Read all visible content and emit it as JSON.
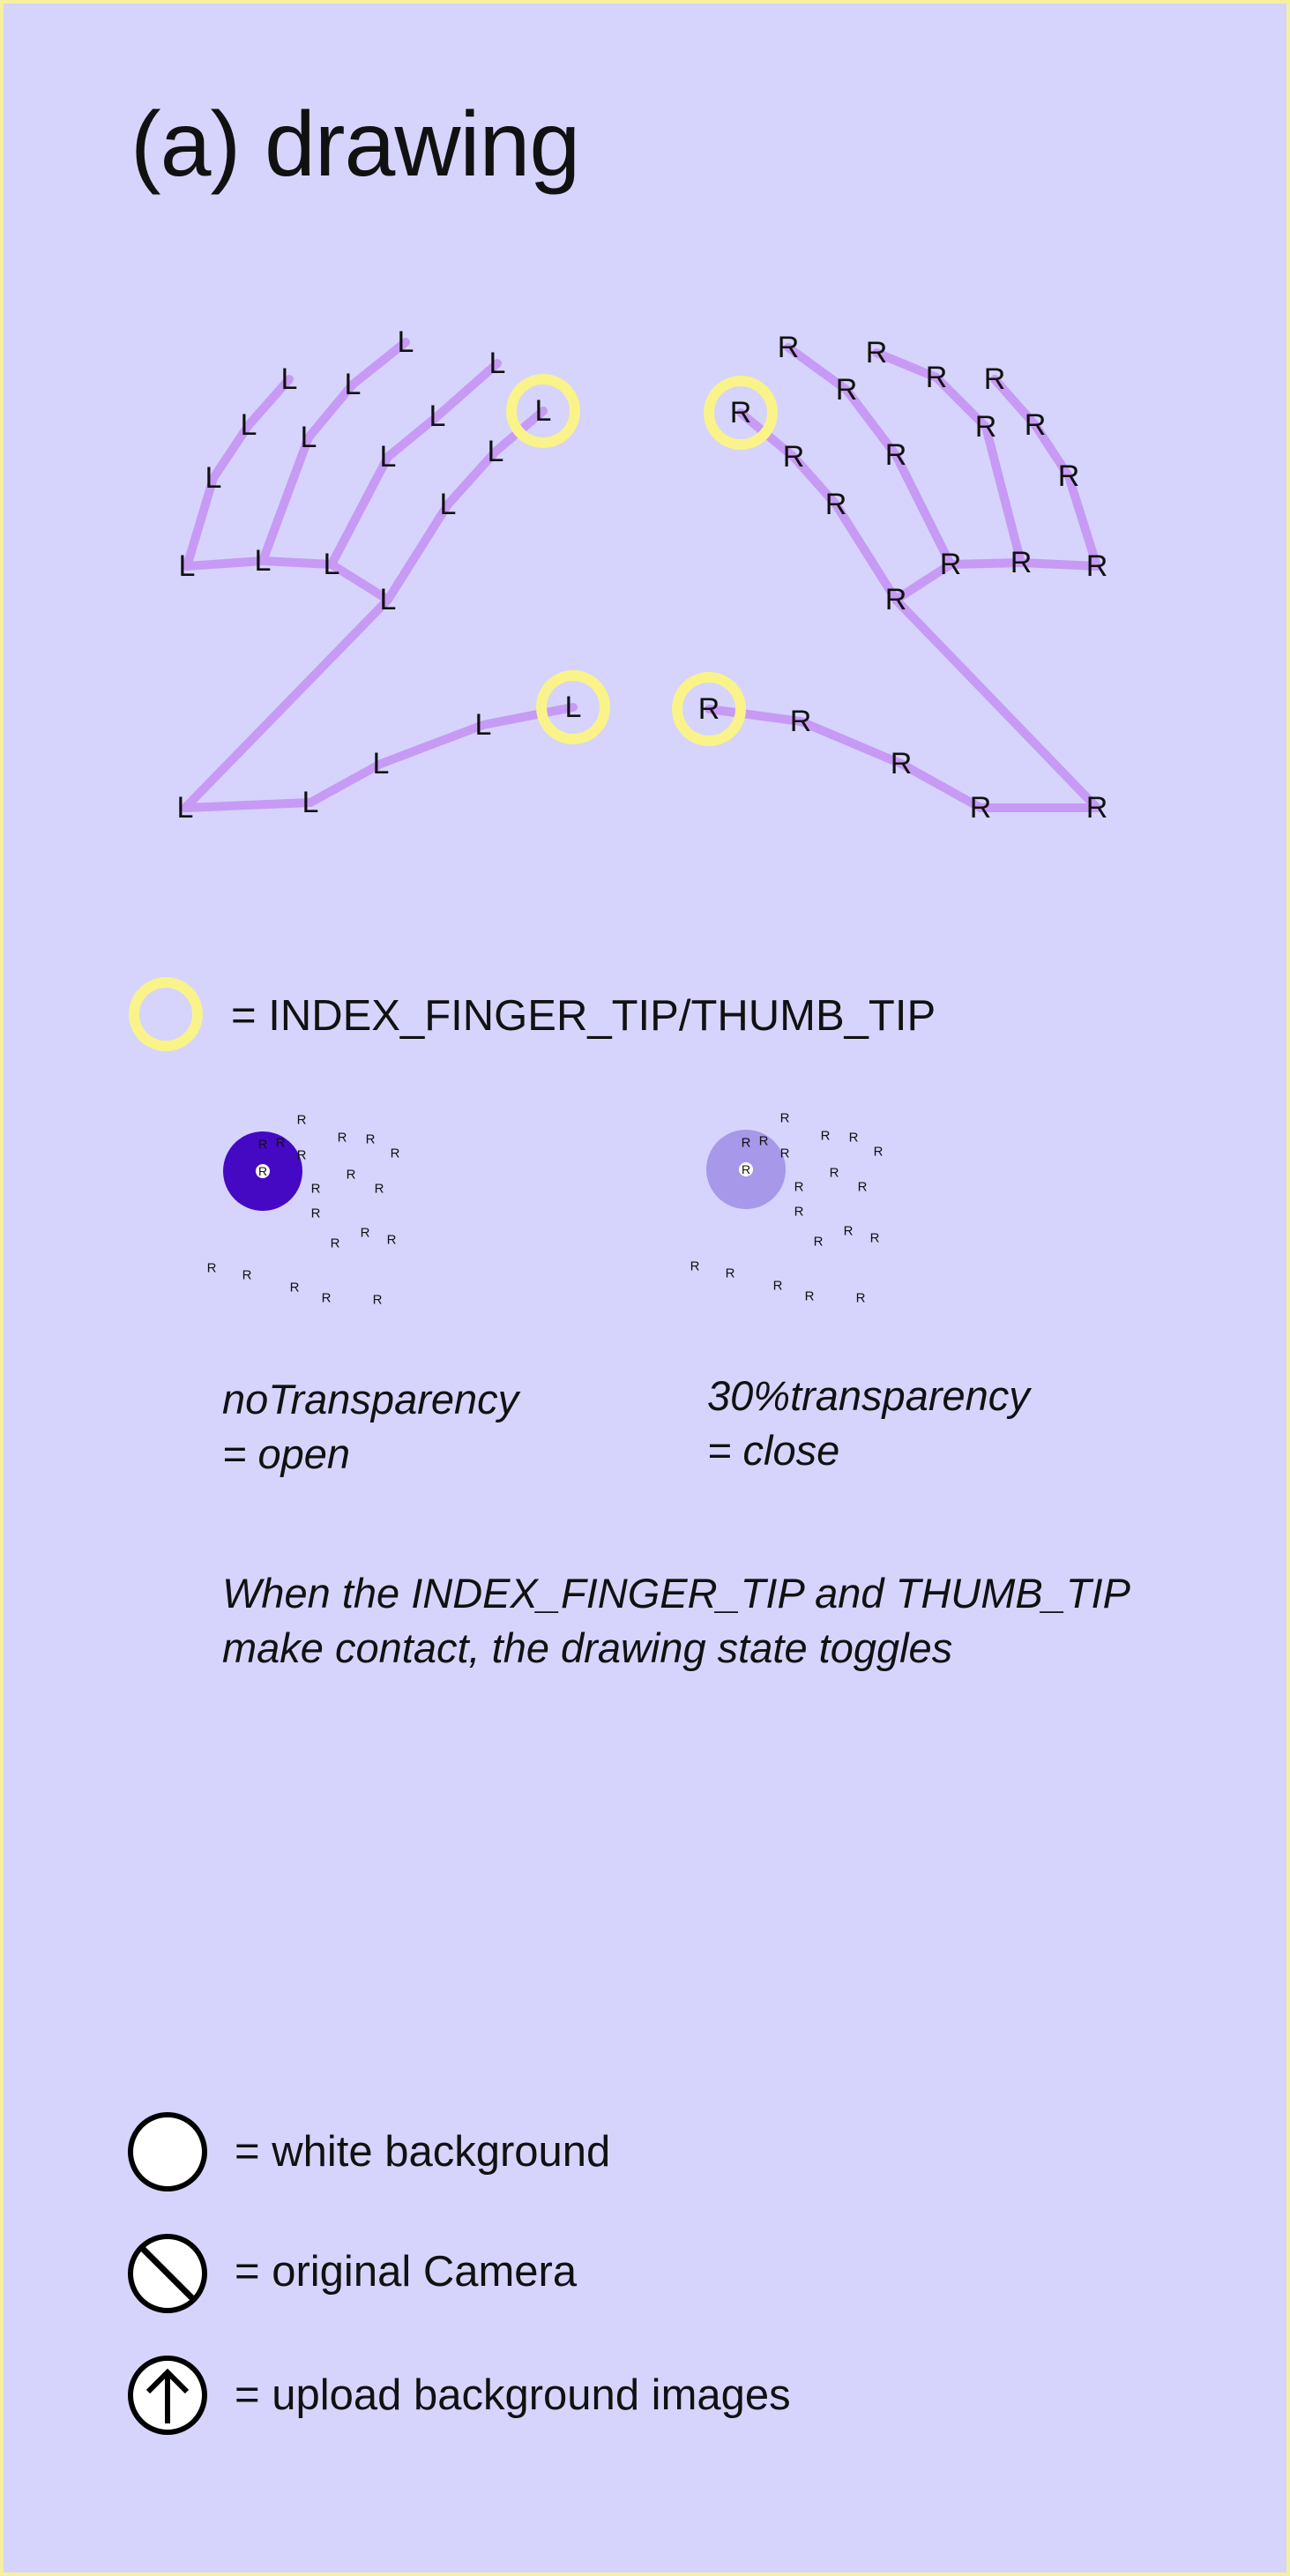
{
  "title": "(a) drawing",
  "hand_left_label": "L",
  "hand_right_label": "R",
  "legend": {
    "tip_marker_icon": "yellow-ring-icon",
    "tip_marker_text": "= INDEX_FINGER_TIP/THUMB_TIP"
  },
  "states": {
    "open": {
      "line1": "noTransparency",
      "line2": "= open"
    },
    "close": {
      "line1": "30%transparency",
      "line2": "= close"
    }
  },
  "description": {
    "line1": "When the INDEX_FINGER_TIP and THUMB_TIP",
    "line2": "make contact, the drawing state toggles"
  },
  "buttons": [
    {
      "icon": "circle-icon",
      "text": "= white background"
    },
    {
      "icon": "no-sign-icon",
      "text": "= original Camera"
    },
    {
      "icon": "upload-arrow-icon",
      "text": "= upload background images"
    }
  ],
  "colors": {
    "background": "#d6d4fc",
    "border": "#f5f0a0",
    "skeleton": "#c79af5",
    "tip_ring": "#faf38a",
    "open_dot": "#4509c4",
    "close_dot": "#a898ea"
  }
}
